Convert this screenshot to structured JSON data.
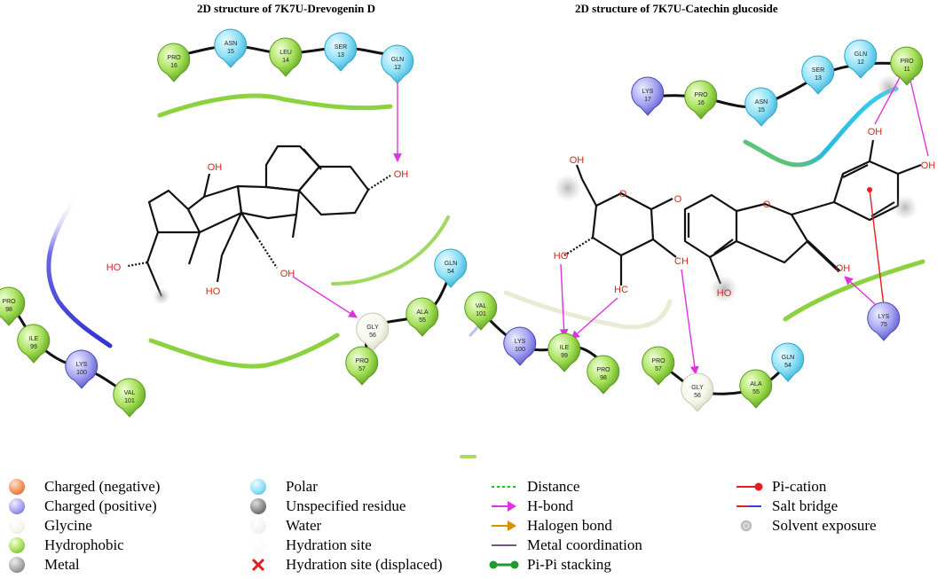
{
  "titles": {
    "left": "2D structure of 7K7U-Drevogenin D",
    "right": "2D structure of 7K7U-Catechin glucoside"
  },
  "residues": [
    {
      "id": "l-pro16",
      "name": "PRO",
      "num": "16",
      "type": "hydrophobic"
    },
    {
      "id": "l-asn15",
      "name": "ASN",
      "num": "15",
      "type": "polar"
    },
    {
      "id": "l-leu14",
      "name": "LEU",
      "num": "14",
      "type": "hydrophobic"
    },
    {
      "id": "l-ser13",
      "name": "SER",
      "num": "13",
      "type": "polar"
    },
    {
      "id": "l-gln12",
      "name": "GLN",
      "num": "12",
      "type": "polar"
    },
    {
      "id": "l-pro98",
      "name": "PRO",
      "num": "98",
      "type": "hydrophobic"
    },
    {
      "id": "l-ile99",
      "name": "ILE",
      "num": "99",
      "type": "hydrophobic"
    },
    {
      "id": "l-lys100",
      "name": "LYS",
      "num": "100",
      "type": "positive"
    },
    {
      "id": "l-val101",
      "name": "VAL",
      "num": "101",
      "type": "hydrophobic"
    },
    {
      "id": "l-gly56",
      "name": "GLY",
      "num": "56",
      "type": "glycine"
    },
    {
      "id": "l-ala55",
      "name": "ALA",
      "num": "55",
      "type": "hydrophobic"
    },
    {
      "id": "l-gln54",
      "name": "GLN",
      "num": "54",
      "type": "polar"
    },
    {
      "id": "l-pro57",
      "name": "PRO",
      "num": "57",
      "type": "hydrophobic"
    },
    {
      "id": "r-lys17",
      "name": "LYS",
      "num": "17",
      "type": "positive"
    },
    {
      "id": "r-pro16",
      "name": "PRO",
      "num": "16",
      "type": "hydrophobic"
    },
    {
      "id": "r-asn15",
      "name": "ASN",
      "num": "15",
      "type": "polar"
    },
    {
      "id": "r-ser13",
      "name": "SER",
      "num": "13",
      "type": "polar"
    },
    {
      "id": "r-gln12",
      "name": "GLN",
      "num": "12",
      "type": "polar"
    },
    {
      "id": "r-pro11",
      "name": "PRO",
      "num": "11",
      "type": "hydrophobic"
    },
    {
      "id": "r-val101",
      "name": "VAL",
      "num": "101",
      "type": "hydrophobic"
    },
    {
      "id": "r-lys100",
      "name": "LYS",
      "num": "100",
      "type": "positive"
    },
    {
      "id": "r-ile99",
      "name": "ILE",
      "num": "99",
      "type": "hydrophobic"
    },
    {
      "id": "r-pro98",
      "name": "PRO",
      "num": "98",
      "type": "hydrophobic"
    },
    {
      "id": "r-pro57",
      "name": "PRO",
      "num": "57",
      "type": "hydrophobic"
    },
    {
      "id": "r-gly56",
      "name": "GLY",
      "num": "56",
      "type": "glycine"
    },
    {
      "id": "r-ala55",
      "name": "ALA",
      "num": "55",
      "type": "hydrophobic"
    },
    {
      "id": "r-gln54",
      "name": "GLN",
      "num": "54",
      "type": "polar"
    },
    {
      "id": "r-lys75",
      "name": "LYS",
      "num": "75",
      "type": "positive"
    }
  ],
  "atom_labels": {
    "oh": "OH",
    "ho": "HO",
    "ho_alt": "HC",
    "oh_alt": "CH",
    "o": "O"
  },
  "legend": {
    "col1": [
      "Charged (negative)",
      "Charged (positive)",
      "Glycine",
      "Hydrophobic",
      "Metal"
    ],
    "col2": [
      "Polar",
      "Unspecified residue",
      "Water",
      "Hydration site",
      "Hydration site (displaced)"
    ],
    "col3": [
      "Distance",
      "H-bond",
      "Halogen bond",
      "Metal coordination",
      "Pi-Pi stacking"
    ],
    "col4": [
      "Pi-cation",
      "Salt bridge",
      "Solvent exposure"
    ]
  },
  "colors": {
    "hydrophobic": "#7fcc2b",
    "polar": "#5fd0ee",
    "positive": "#7b79e6",
    "glycine": "#efefdf",
    "hbond": "#e033e0",
    "picat": "#e22020",
    "charged_negative": "#f07a3a",
    "metal": "#9a9a9a",
    "distance": "#22c022",
    "halogen": "#d89000",
    "metal_coord": "#7a4e8a",
    "pipi": "#1e9a2e"
  }
}
